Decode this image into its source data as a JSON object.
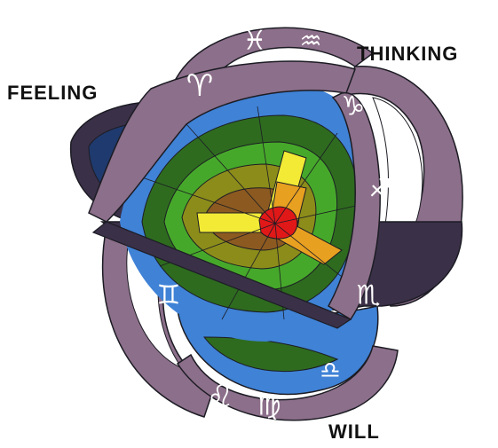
{
  "labels": {
    "feeling": "FEELING",
    "thinking": "THINKING",
    "will": "WILL"
  },
  "zodiac": {
    "pisces": "♓",
    "aquarius": "♒",
    "aries": "♈",
    "capricorn": "♑",
    "sagittarius": "♐",
    "scorpio": "♏",
    "gemini": "♊",
    "libra": "♎",
    "leo": "♌",
    "virgo": "♍"
  },
  "colors": {
    "mauve": "#8c6f8a",
    "dark_ring": "#3a3048",
    "blue": "#3f82d6",
    "navy": "#1f3a6e",
    "dark_green": "#2e6b1f",
    "green": "#46a82a",
    "olive": "#8c8c1a",
    "yellow": "#f2ea35",
    "orange": "#e8a020",
    "brown": "#8c5a20",
    "red": "#e01818"
  }
}
